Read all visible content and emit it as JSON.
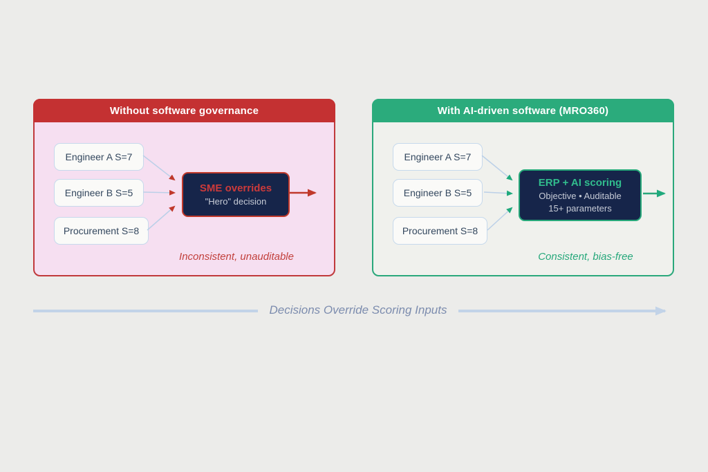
{
  "panels": {
    "without": {
      "title": "Without software governance",
      "inputs": [
        "Engineer A S=7",
        "Engineer B S=5",
        "Procurement S=8"
      ],
      "decision": {
        "title": "SME overrides",
        "subtitle": "\"Hero\" decision"
      },
      "caption": "Inconsistent, unauditable"
    },
    "with": {
      "title": "With AI-driven software (MRO360)",
      "inputs": [
        "Engineer A S=7",
        "Engineer B S=5",
        "Procurement S=8"
      ],
      "decision": {
        "title": "ERP + AI scoring",
        "subtitle1": "Objective • Auditable",
        "subtitle2": "15+ parameters"
      },
      "caption": "Consistent, bias-free"
    }
  },
  "bottom_arrow": {
    "label": "Decisions Override Scoring Inputs"
  },
  "colors": {
    "red_accent": "#C43132",
    "green_accent": "#2BAB7C",
    "dark_box": "#16254A",
    "pink_body": "#F6DFF1",
    "gray_body": "#F0F1ED",
    "connector_blue": "#BBD0E8",
    "bottom_arrow_blue": "#C2D3E8",
    "background": "#ECECEA"
  }
}
